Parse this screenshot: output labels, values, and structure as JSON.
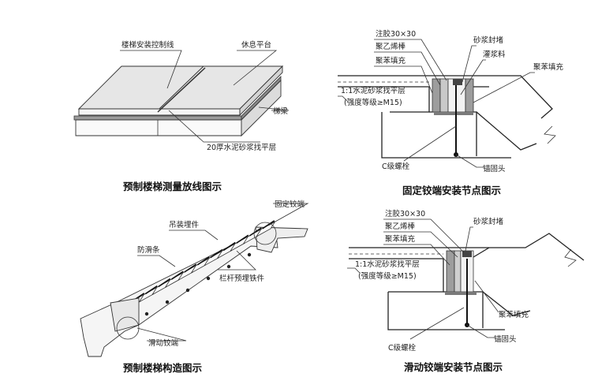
{
  "top_left": {
    "labels": {
      "control_line": "楼梯安装控制线",
      "landing": "休息平台",
      "beam": "梯梁",
      "leveling": "20厚水泥砂浆找平层"
    },
    "caption": "预制楼梯测量放线图示"
  },
  "top_right": {
    "labels": {
      "sealant": "注胶30×30",
      "pe_rod": "聚乙烯棒",
      "ps_fill": "聚苯填充",
      "mortar_seal": "砂浆封堵",
      "grout": "灌浆料",
      "ps_fill_right": "聚苯填充",
      "leveling_1": "1:1水泥砂浆找平层",
      "leveling_2": "(强度等级≥M15)",
      "bolt": "C级螺栓",
      "anchor": "锚固头"
    },
    "caption": "固定铰端安装节点图示"
  },
  "bottom_left": {
    "labels": {
      "fixed_hinge": "固定铰端",
      "lifting": "吊装埋件",
      "antislip": "防滑条",
      "railing": "栏杆预埋铁件",
      "sliding_hinge": "滑动铰端"
    },
    "caption": "预制楼梯构造图示"
  },
  "bottom_right": {
    "labels": {
      "sealant": "注胶30×30",
      "pe_rod": "聚乙烯棒",
      "ps_fill": "聚苯填充",
      "mortar_seal": "砂浆封堵",
      "leveling_1": "1:1水泥砂浆找平层",
      "leveling_2": "(强度等级≥M15)",
      "ps_fill_bottom": "聚苯填充",
      "bolt": "C级螺栓",
      "anchor": "锚固头"
    },
    "caption": "滑动铰端安装节点图示"
  }
}
